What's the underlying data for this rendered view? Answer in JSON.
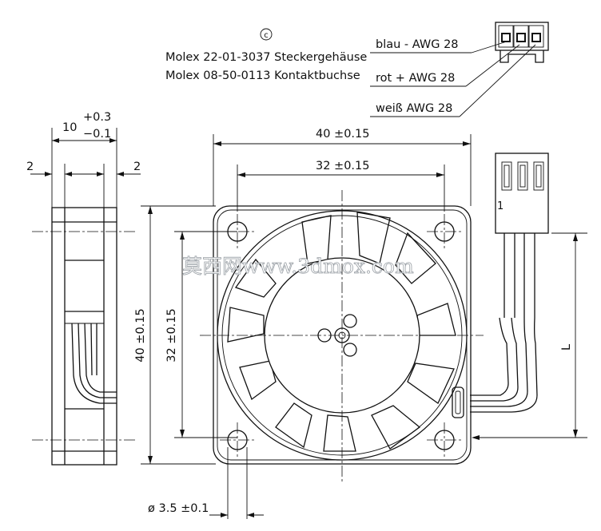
{
  "labels": {
    "copyright": "c",
    "molex_housing": "Molex 22-01-3037 Steckergehäuse",
    "molex_contacts": "Molex 08-50-0113 Kontaktbuchse",
    "wire_blue": "blau -   AWG 28",
    "wire_red": "rot +   AWG 28",
    "wire_white": "weiß AWG 28",
    "pin_one": "1",
    "length": "L",
    "watermark": "莫西网www.3dmox.com"
  },
  "dimensions": {
    "thickness_nominal": "10",
    "thickness_plus": "+0.3",
    "thickness_minus": "−0.1",
    "flange_left": "2",
    "flange_right": "2",
    "width_outer": "40 ±0.15",
    "width_holes": "32 ±0.15",
    "height_outer": "40 ±0.15",
    "height_holes": "32 ±0.15",
    "hole_diameter": "ø 3.5 ±0.1"
  }
}
